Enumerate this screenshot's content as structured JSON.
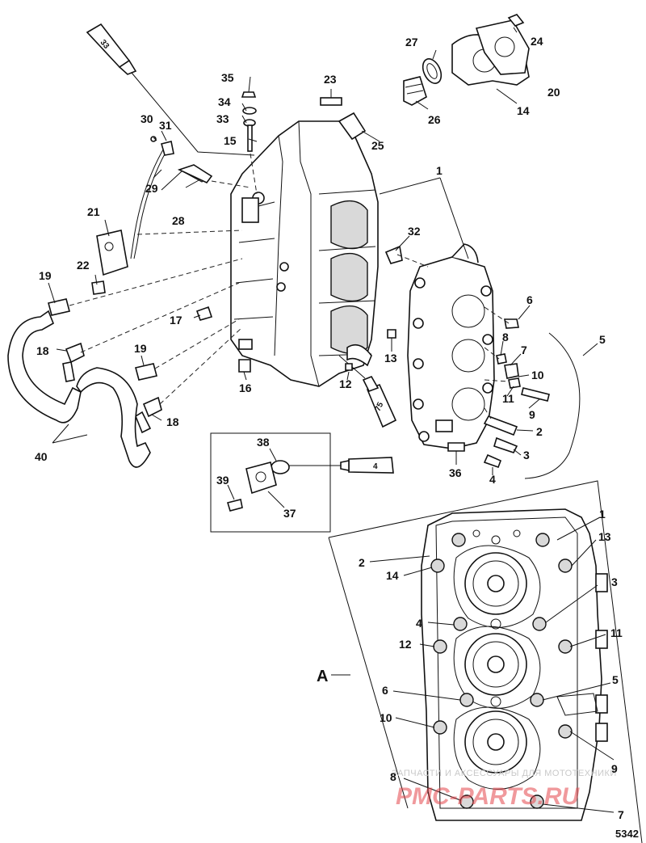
{
  "figure_number": "5342",
  "callout_labels": {
    "c1": "1",
    "c2": "2",
    "c3": "3",
    "c4": "4",
    "c5": "5",
    "c6": "6",
    "c7": "7",
    "c8": "8",
    "c9": "9",
    "c10": "10",
    "c11": "11",
    "c12": "12",
    "c13": "13",
    "c14": "14",
    "c15": "15",
    "c16": "16",
    "c17": "17",
    "c18a": "18",
    "c18b": "18",
    "c19a": "19",
    "c19b": "19",
    "c20": "20",
    "c21": "21",
    "c22": "22",
    "c23": "23",
    "c24": "24",
    "c25": "25",
    "c26": "26",
    "c27": "27",
    "c28": "28",
    "c29": "29",
    "c30": "30",
    "c31": "31",
    "c32": "32",
    "c33": "33",
    "c34": "34",
    "c35": "35",
    "c36": "36",
    "c37": "37",
    "c38": "38",
    "c39": "39",
    "c40": "40"
  },
  "tube_labels": {
    "t33": "33",
    "t75": "75",
    "t4": "4"
  },
  "detail_view": {
    "label": "A",
    "bolt_sequence": {
      "s1": "1",
      "s2": "2",
      "s3": "3",
      "s4": "4",
      "s5": "5",
      "s6": "6",
      "s7": "7",
      "s8": "8",
      "s9": "9",
      "s10": "10",
      "s11": "11",
      "s12": "12",
      "s13": "13",
      "s14": "14"
    }
  },
  "watermark": {
    "top_text": "ЗАПЧАСТИ И АКСЕССУАРЫ ДЛЯ МОТОТЕХНИКИ",
    "brand_text": "PMC-PARTS.RU"
  }
}
